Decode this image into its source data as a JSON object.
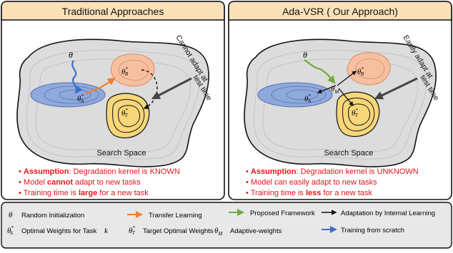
{
  "panels": [
    {
      "header": "Traditional Approaches",
      "curved_note": [
        "Cannot adapt at",
        "test time"
      ],
      "search_space": "Search Space",
      "theta": "θ",
      "theta_b": {
        "sym": "θ",
        "sup": "*",
        "sub": "B"
      },
      "theta_a": {
        "sym": "θ",
        "sup": "*",
        "sub": "A"
      },
      "theta_t": {
        "sym": "θ",
        "sup": "*",
        "sub": "T"
      },
      "bullets": [
        {
          "bold": "Assumption",
          "rest": ": Degradation kernel is KNOWN"
        },
        {
          "pre": "Model ",
          "bold": "cannot",
          "rest": " adapt to new tasks"
        },
        {
          "pre": "Training time is ",
          "bold": "large",
          "rest": " for a new task"
        }
      ]
    },
    {
      "header": "Ada-VSR ( Our Approach)",
      "curved_note": [
        "Easily adapt at",
        "test time"
      ],
      "search_space": "Search Space",
      "theta": "θ",
      "theta_b": {
        "sym": "θ",
        "sup": "*",
        "sub": "B"
      },
      "theta_a": {
        "sym": "θ",
        "sup": "*",
        "sub": "A"
      },
      "theta_t": {
        "sym": "θ",
        "sup": "*",
        "sub": "T"
      },
      "theta_m": {
        "sym": "θ",
        "sub": "M"
      },
      "bullets": [
        {
          "bold": "Assumption",
          "rest": ": Degradation kernel is UNKNOWN"
        },
        {
          "pre": "Model can easily adapt to new tasks"
        },
        {
          "pre": "Training time is ",
          "bold": "less",
          "rest": " for a new task"
        }
      ]
    }
  ],
  "legend": {
    "random_init": {
      "symbol": "θ",
      "label": "Random Initialization"
    },
    "optimal_weights": {
      "symbol": "θ",
      "sup": "*",
      "sub": "k",
      "label": "Optimal Weights for Task",
      "task_var": "k"
    },
    "transfer": {
      "label": "Transfer Learning"
    },
    "target_optimal": {
      "symbol": "θ",
      "sup": "*",
      "sub": "T",
      "label": "Target Optimal Weights"
    },
    "proposed": {
      "label": "Proposed Framework"
    },
    "adaptive": {
      "symbol": "θ",
      "sub": "M",
      "label": "Adaptive-weights"
    },
    "internal": {
      "label": "Adaptation by Internal Learning"
    },
    "scratch": {
      "label": "Training from scratch"
    }
  },
  "colors": {
    "header_bg": "#fbe1b8",
    "red_text": "#e3141b",
    "blue_region": "#8fa9dc",
    "orange_region": "#f6c0a0",
    "yellow_region": "#f7d77a",
    "search_space": "#dcdcdc",
    "orange_arrow": "#ef7f2e",
    "green_arrow": "#6fab3c",
    "blue_arrow": "#3b6ec4",
    "legend_bg": "#e8e8e8"
  }
}
